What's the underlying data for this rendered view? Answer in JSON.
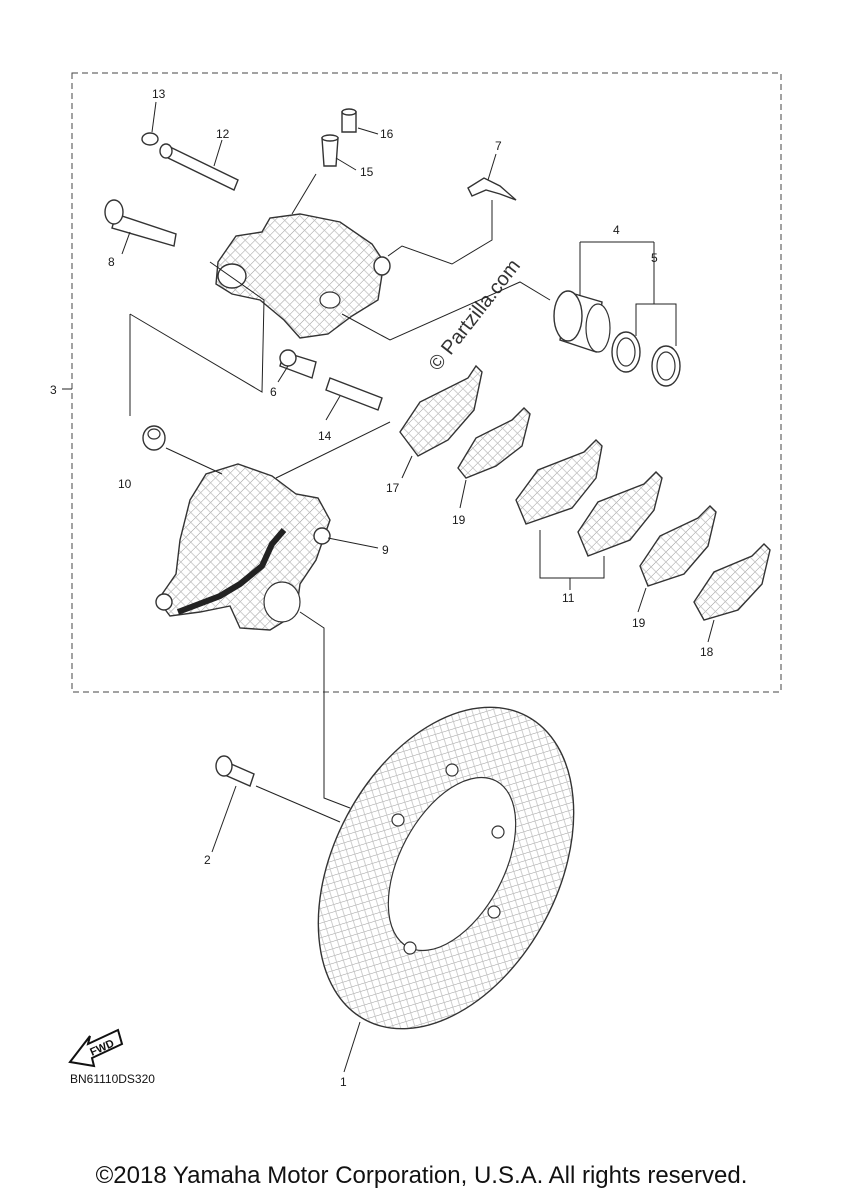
{
  "diagram": {
    "code": "BN61110DS320",
    "watermark": "© Partzilla.com",
    "fwd_label": "FWD",
    "callouts": {
      "c1": "1",
      "c2": "2",
      "c3": "3",
      "c4": "4",
      "c5": "5",
      "c6": "6",
      "c7": "7",
      "c8": "8",
      "c9": "9",
      "c10": "10",
      "c11": "11",
      "c12": "12",
      "c13": "13",
      "c14": "14",
      "c15": "15",
      "c16": "16",
      "c17": "17",
      "c18": "18",
      "c19a": "19",
      "c19b": "19"
    }
  },
  "footer": {
    "copyright": "©2018 Yamaha Motor Corporation, U.S.A. All rights reserved."
  }
}
